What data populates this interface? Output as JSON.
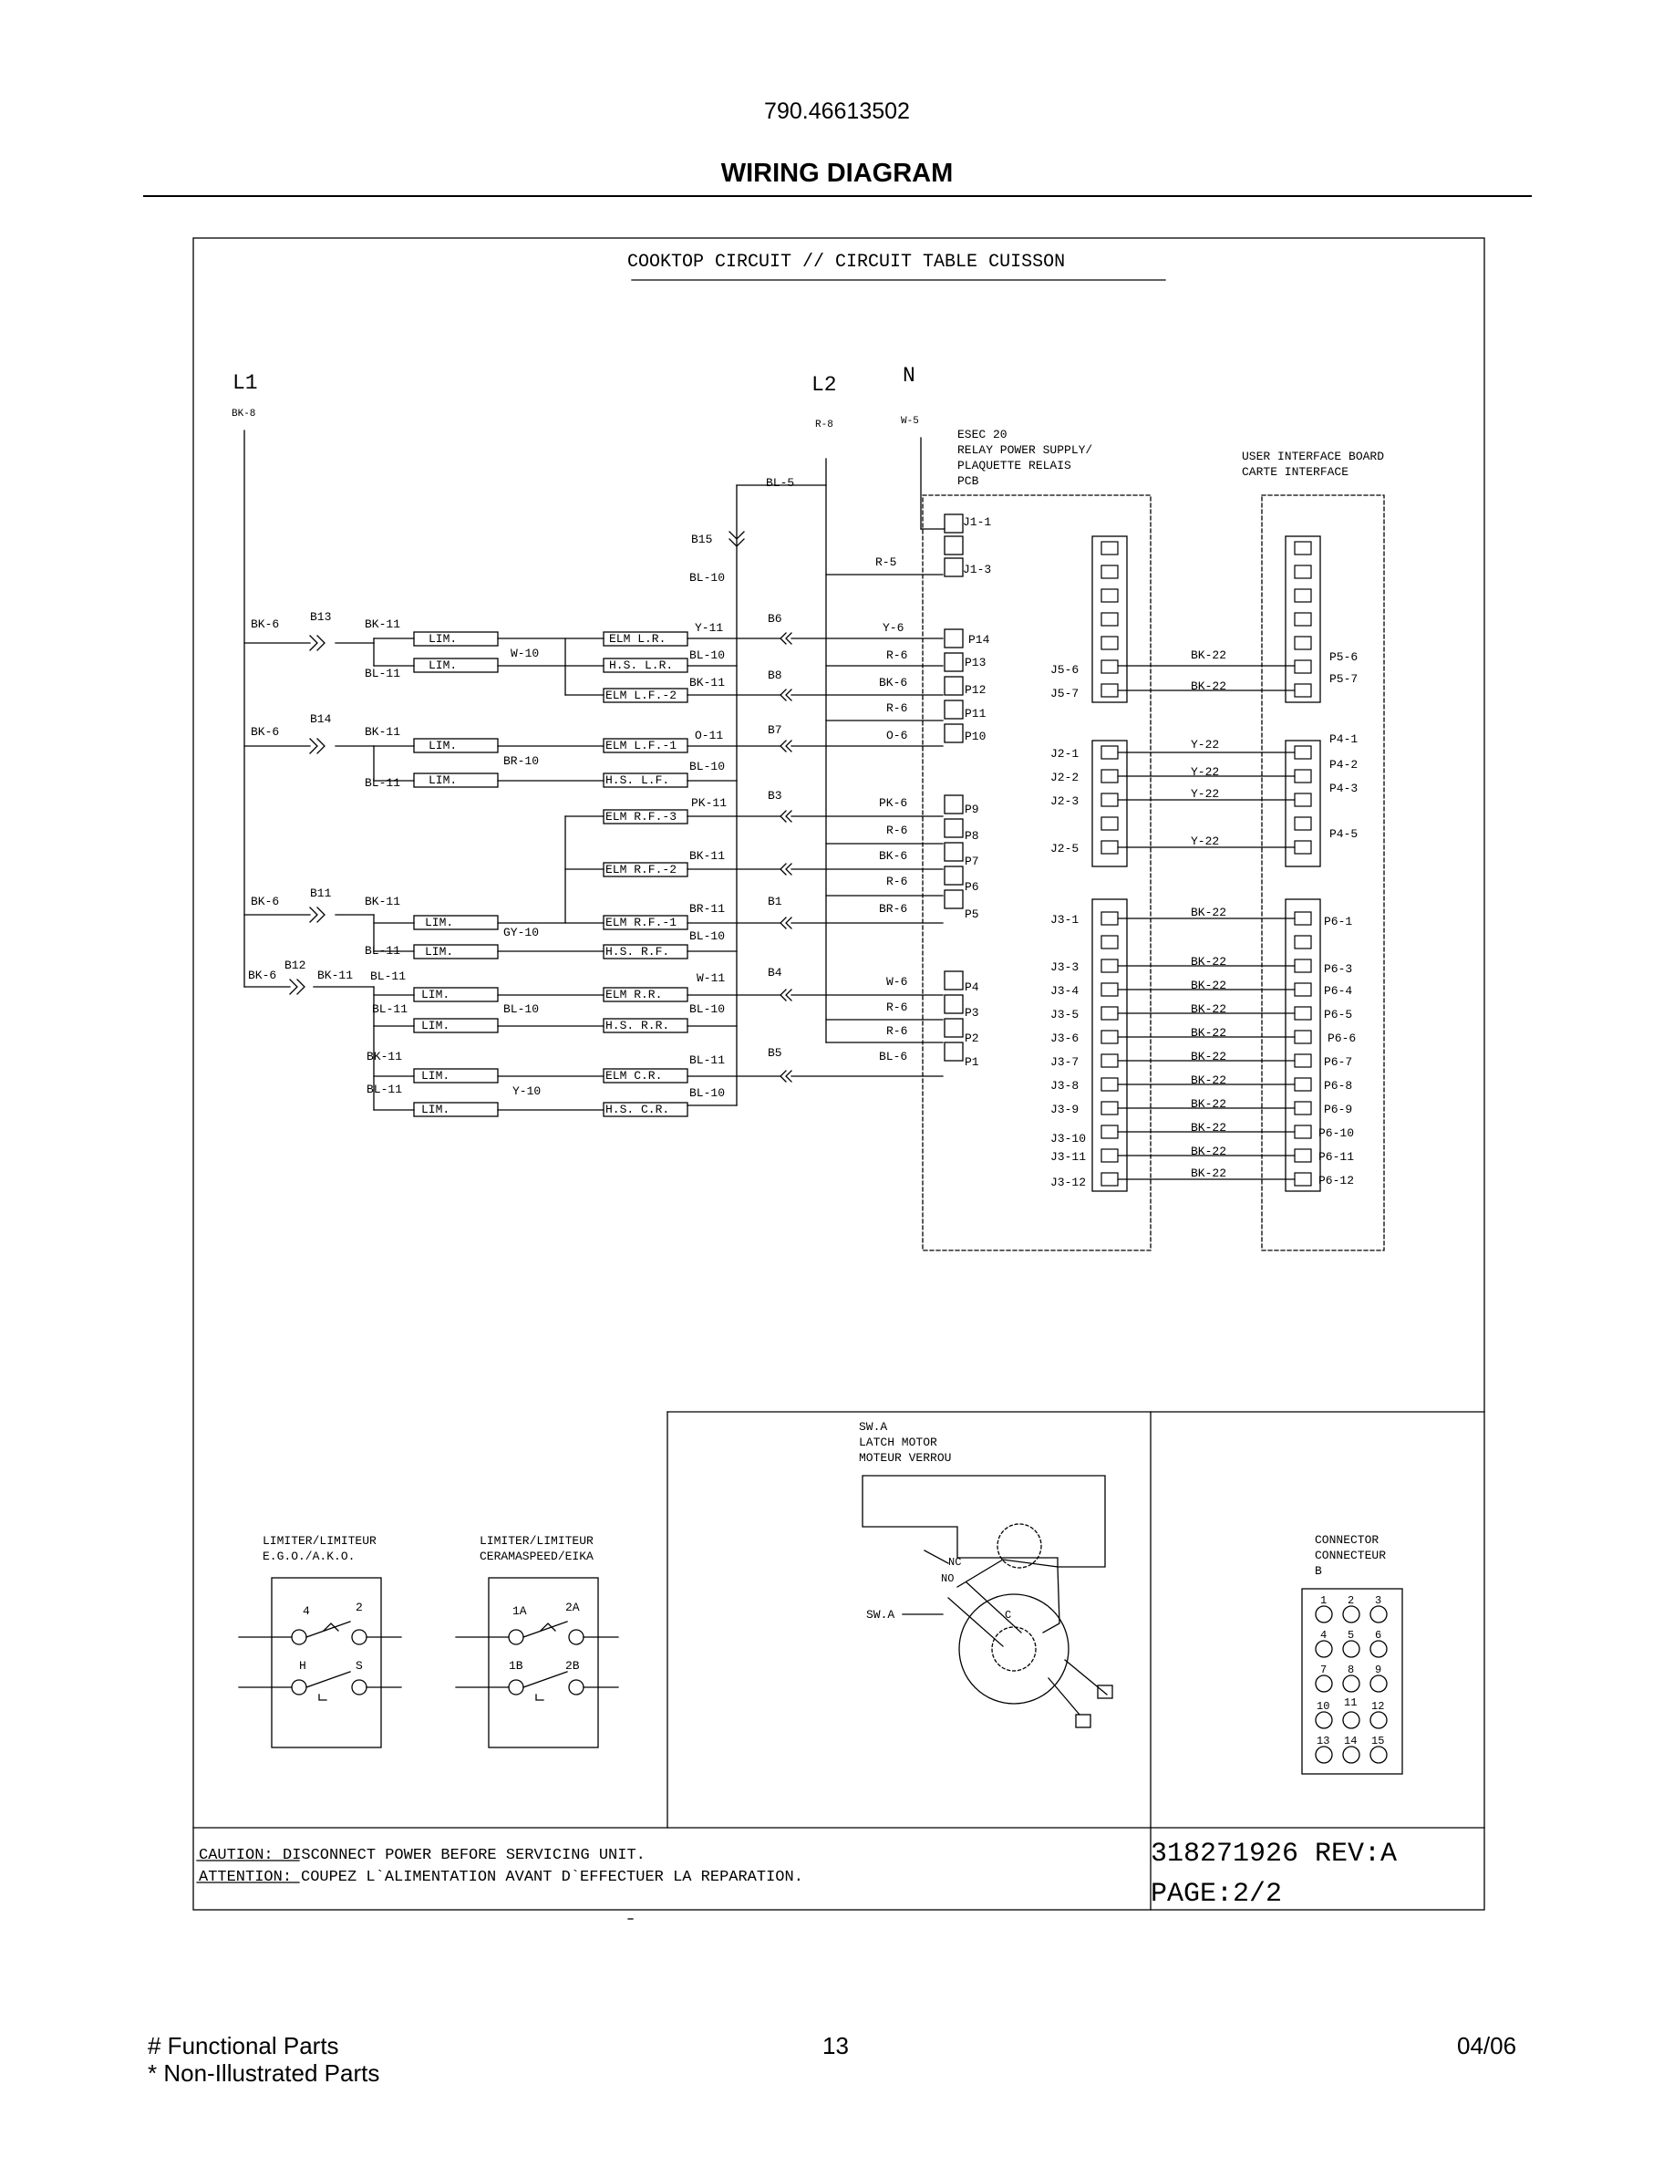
{
  "header": {
    "model": "790.46613502",
    "title": "WIRING DIAGRAM"
  },
  "diagram": {
    "title": "COOKTOP CIRCUIT // CIRCUIT TABLE CUISSON",
    "lines": {
      "l1": "L1",
      "l2": "L2",
      "n": "N",
      "l1_wire": "BK-8",
      "l2_wire": "R-8",
      "n_wire": "W-5"
    },
    "pcb": {
      "l1": "ESEC 20",
      "l2": "RELAY POWER SUPPLY/",
      "l3": "PLAQUETTE RELAIS",
      "l4": "PCB"
    },
    "ui_board": {
      "l1": "USER INTERFACE BOARD",
      "l2": "CARTE INTERFACE"
    },
    "relay_pins": {
      "j11": "J1-1",
      "j13": "J1-3",
      "p14": "P14",
      "p13": "P13",
      "p12": "P12",
      "p11": "P11",
      "p10": "P10",
      "p9": "P9",
      "p8": "P8",
      "p7": "P7",
      "p6": "P6",
      "p5": "P5",
      "p4": "P4",
      "p3": "P3",
      "p2": "P2",
      "p1": "P1"
    },
    "j_pins": {
      "j56": "J5-6",
      "j57": "J5-7",
      "j21": "J2-1",
      "j22": "J2-2",
      "j23": "J2-3",
      "j25": "J2-5",
      "j31": "J3-1",
      "j33": "J3-3",
      "j34": "J3-4",
      "j35": "J3-5",
      "j36": "J3-6",
      "j37": "J3-7",
      "j38": "J3-8",
      "j39": "J3-9",
      "j310": "J3-10",
      "j311": "J3-11",
      "j312": "J3-12"
    },
    "p_pins": {
      "p56": "P5-6",
      "p57": "P5-7",
      "p41": "P4-1",
      "p42": "P4-2",
      "p43": "P4-3",
      "p45": "P4-5",
      "p61": "P6-1",
      "p63": "P6-3",
      "p64": "P6-4",
      "p65": "P6-5",
      "p66": "P6-6",
      "p67": "P6-7",
      "p68": "P6-8",
      "p69": "P6-9",
      "p610": "P6-10",
      "p611": "P6-11",
      "p612": "P6-12"
    },
    "wires": {
      "bk6": "BK-6",
      "bk11": "BK-11",
      "bl11": "BL-11",
      "bl10": "BL-10",
      "bl5": "BL-5",
      "bl6": "BL-6",
      "r5": "R-5",
      "r6": "R-6",
      "y6": "Y-6",
      "y11": "Y-11",
      "w10": "W-10",
      "w11": "W-11",
      "w6": "W-6",
      "o11": "O-11",
      "o6": "O-6",
      "br10": "BR-10",
      "br11": "BR-11",
      "br6": "BR-6",
      "pk11": "PK-11",
      "pk6": "PK-6",
      "gy10": "GY-10",
      "y10": "Y-10",
      "bk22": "BK-22",
      "y22": "Y-22"
    },
    "connectors": {
      "b1": "B1",
      "b3": "B3",
      "b4": "B4",
      "b5": "B5",
      "b6": "B6",
      "b7": "B7",
      "b8": "B8",
      "b11": "B11",
      "b12": "B12",
      "b13": "B13",
      "b14": "B14",
      "b15": "B15"
    },
    "components": {
      "lim": "LIM.",
      "elm_lr": "ELM L.R.",
      "hs_lr": "H.S. L.R.",
      "elm_lf2": "ELM L.F.-2",
      "elm_lf1": "ELM L.F.-1",
      "hs_lf": "H.S. L.F.",
      "elm_rf3": "ELM R.F.-3",
      "elm_rf2": "ELM R.F.-2",
      "elm_rf1": "ELM R.F.-1",
      "hs_rf": "H.S. R.F.",
      "elm_rr": "ELM R.R.",
      "hs_rr": "H.S. R.R.",
      "elm_cr": "ELM C.R.",
      "hs_cr": "H.S. C.R."
    }
  },
  "limiter1": {
    "l1": "LIMITER/LIMITEUR",
    "l2": "E.G.O./A.K.O.",
    "t4": "4",
    "t2": "2",
    "th": "H",
    "ts": "S"
  },
  "limiter2": {
    "l1": "LIMITER/LIMITEUR",
    "l2": "CERAMASPEED/EIKA",
    "t1a": "1A",
    "t2a": "2A",
    "t1b": "1B",
    "t2b": "2B"
  },
  "latch": {
    "l1": "SW.A",
    "l2": "LATCH MOTOR",
    "l3": "MOTEUR VERROU",
    "nc": "NC",
    "no": "NO",
    "c": "C",
    "swa": "SW.A"
  },
  "connector": {
    "l1": "CONNECTOR",
    "l2": "CONNECTEUR",
    "l3": "B",
    "pins": [
      "1",
      "2",
      "3",
      "4",
      "5",
      "6",
      "7",
      "8",
      "9",
      "10",
      "11",
      "12",
      "13",
      "14",
      "15"
    ]
  },
  "caution": {
    "label1": "CAUTION:",
    "text1": " DISCONNECT POWER BEFORE SERVICING UNIT.",
    "label2": "ATTENTION:",
    "text2": "COUPEZ L`ALIMENTATION AVANT D`EFFECTUER LA REPARATION."
  },
  "docref": {
    "number": "318271926 REV:A",
    "page": "PAGE:2/2"
  },
  "footer": {
    "functional": "# Functional Parts",
    "non_illustrated": "* Non-Illustrated Parts",
    "page": "13",
    "date": "04/06"
  }
}
